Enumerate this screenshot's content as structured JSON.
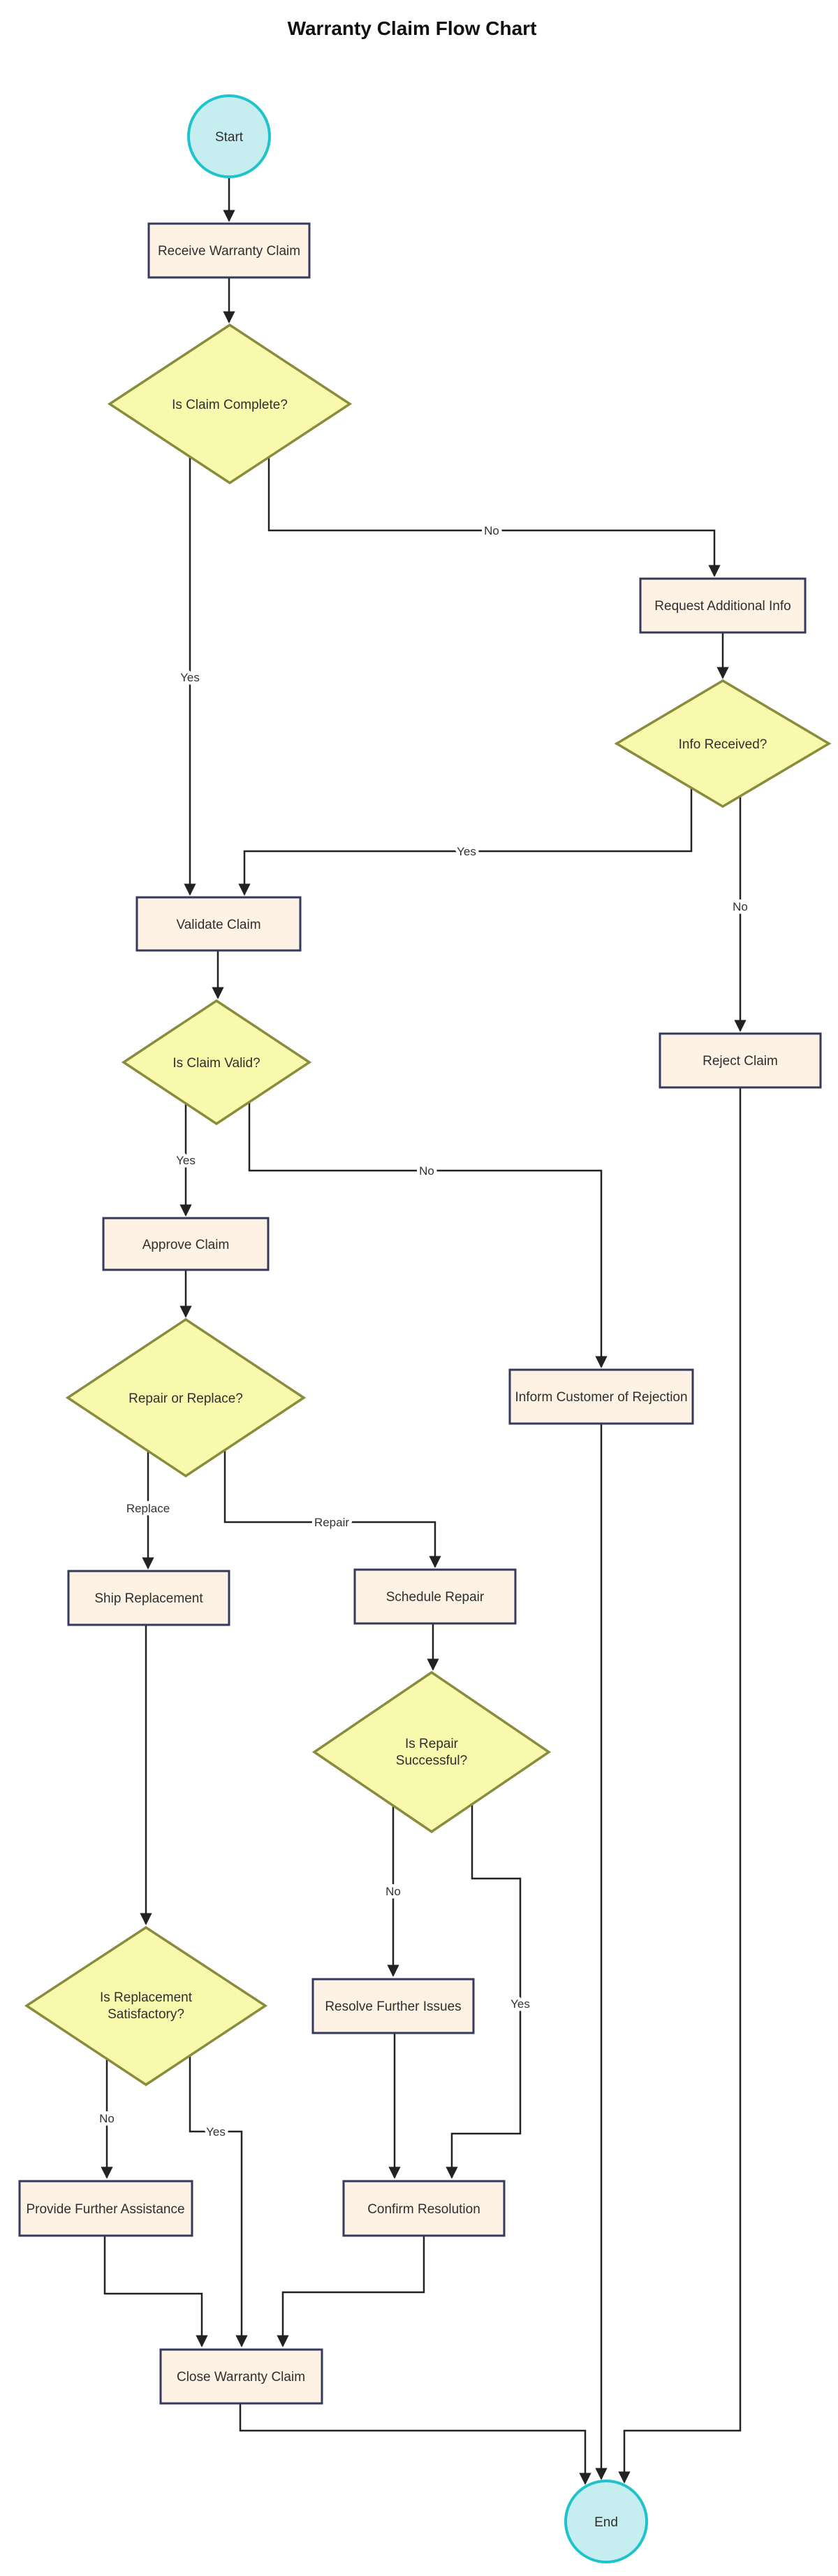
{
  "title": "Warranty Claim Flow Chart",
  "colors": {
    "background": "#ffffff",
    "terminal_fill": "#c6eef1",
    "terminal_stroke": "#1fc3cc",
    "process_fill": "#fdf2e3",
    "process_stroke": "#333a5e",
    "decision_fill": "#f9f9ad",
    "decision_stroke": "#8b8b3e",
    "edge_line": "#222222",
    "node_text": "#2f2f2f",
    "edge_label_text": "#333333",
    "title_text": "#111111"
  },
  "nodes": {
    "start": {
      "type": "terminal",
      "label": "Start"
    },
    "receive_claim": {
      "type": "process",
      "label": "Receive Warranty Claim"
    },
    "claim_complete": {
      "type": "decision",
      "label": "Is Claim Complete?"
    },
    "request_info": {
      "type": "process",
      "label": "Request Additional Info"
    },
    "info_received": {
      "type": "decision",
      "label": "Info Received?"
    },
    "validate_claim": {
      "type": "process",
      "label": "Validate Claim"
    },
    "claim_valid": {
      "type": "decision",
      "label": "Is Claim Valid?"
    },
    "reject_claim": {
      "type": "process",
      "label": "Reject Claim"
    },
    "approve_claim": {
      "type": "process",
      "label": "Approve Claim"
    },
    "repair_or_replace": {
      "type": "decision",
      "label": "Repair or Replace?"
    },
    "inform_rejection": {
      "type": "process",
      "label": "Inform Customer of Rejection"
    },
    "ship_replacement": {
      "type": "process",
      "label": "Ship Replacement"
    },
    "schedule_repair": {
      "type": "process",
      "label": "Schedule Repair"
    },
    "repair_successful": {
      "type": "decision",
      "line1": "Is Repair",
      "line2": "Successful?"
    },
    "resolve_issues": {
      "type": "process",
      "label": "Resolve Further Issues"
    },
    "replacement_satisfactory": {
      "type": "decision",
      "line1": "Is Replacement",
      "line2": "Satisfactory?"
    },
    "provide_assistance": {
      "type": "process",
      "label": "Provide Further Assistance"
    },
    "confirm_resolution": {
      "type": "process",
      "label": "Confirm Resolution"
    },
    "close_claim": {
      "type": "process",
      "label": "Close Warranty Claim"
    },
    "end": {
      "type": "terminal",
      "label": "End"
    }
  },
  "edge_labels": {
    "complete_no": "No",
    "complete_yes": "Yes",
    "info_yes": "Yes",
    "info_no": "No",
    "valid_yes": "Yes",
    "valid_no": "No",
    "replace": "Replace",
    "repair": "Repair",
    "repair_no": "No",
    "repair_yes": "Yes",
    "satisfactory_no": "No",
    "satisfactory_yes": "Yes"
  }
}
